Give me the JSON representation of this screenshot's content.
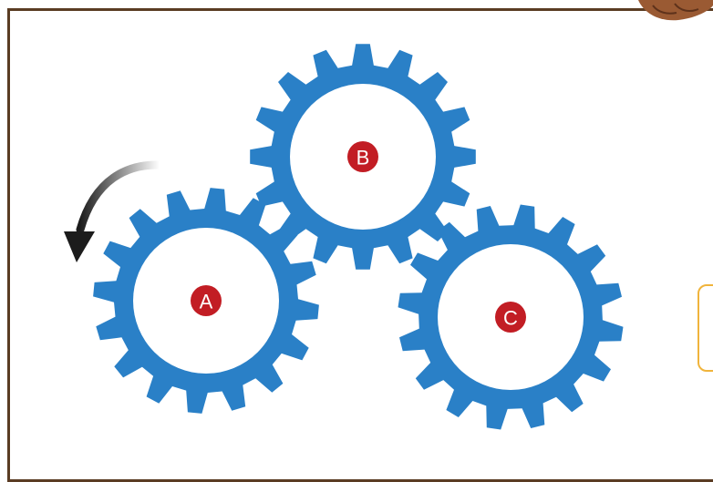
{
  "gears": [
    {
      "label": "A",
      "teeth": 16
    },
    {
      "label": "B",
      "teeth": 16
    },
    {
      "label": "C",
      "teeth": 16
    }
  ],
  "rotation_arrow": {
    "direction": "counterclockwise",
    "gear": "A"
  },
  "colors": {
    "gear": "#2a80c7",
    "gear_hub": "#ffffff",
    "label_badge": "#c21d24",
    "label_text": "#ffffff",
    "arrow": "#1c1c1c",
    "frame": "#5a3c23",
    "side_box_border": "#f0b43c",
    "hand": "#9a5a33"
  }
}
